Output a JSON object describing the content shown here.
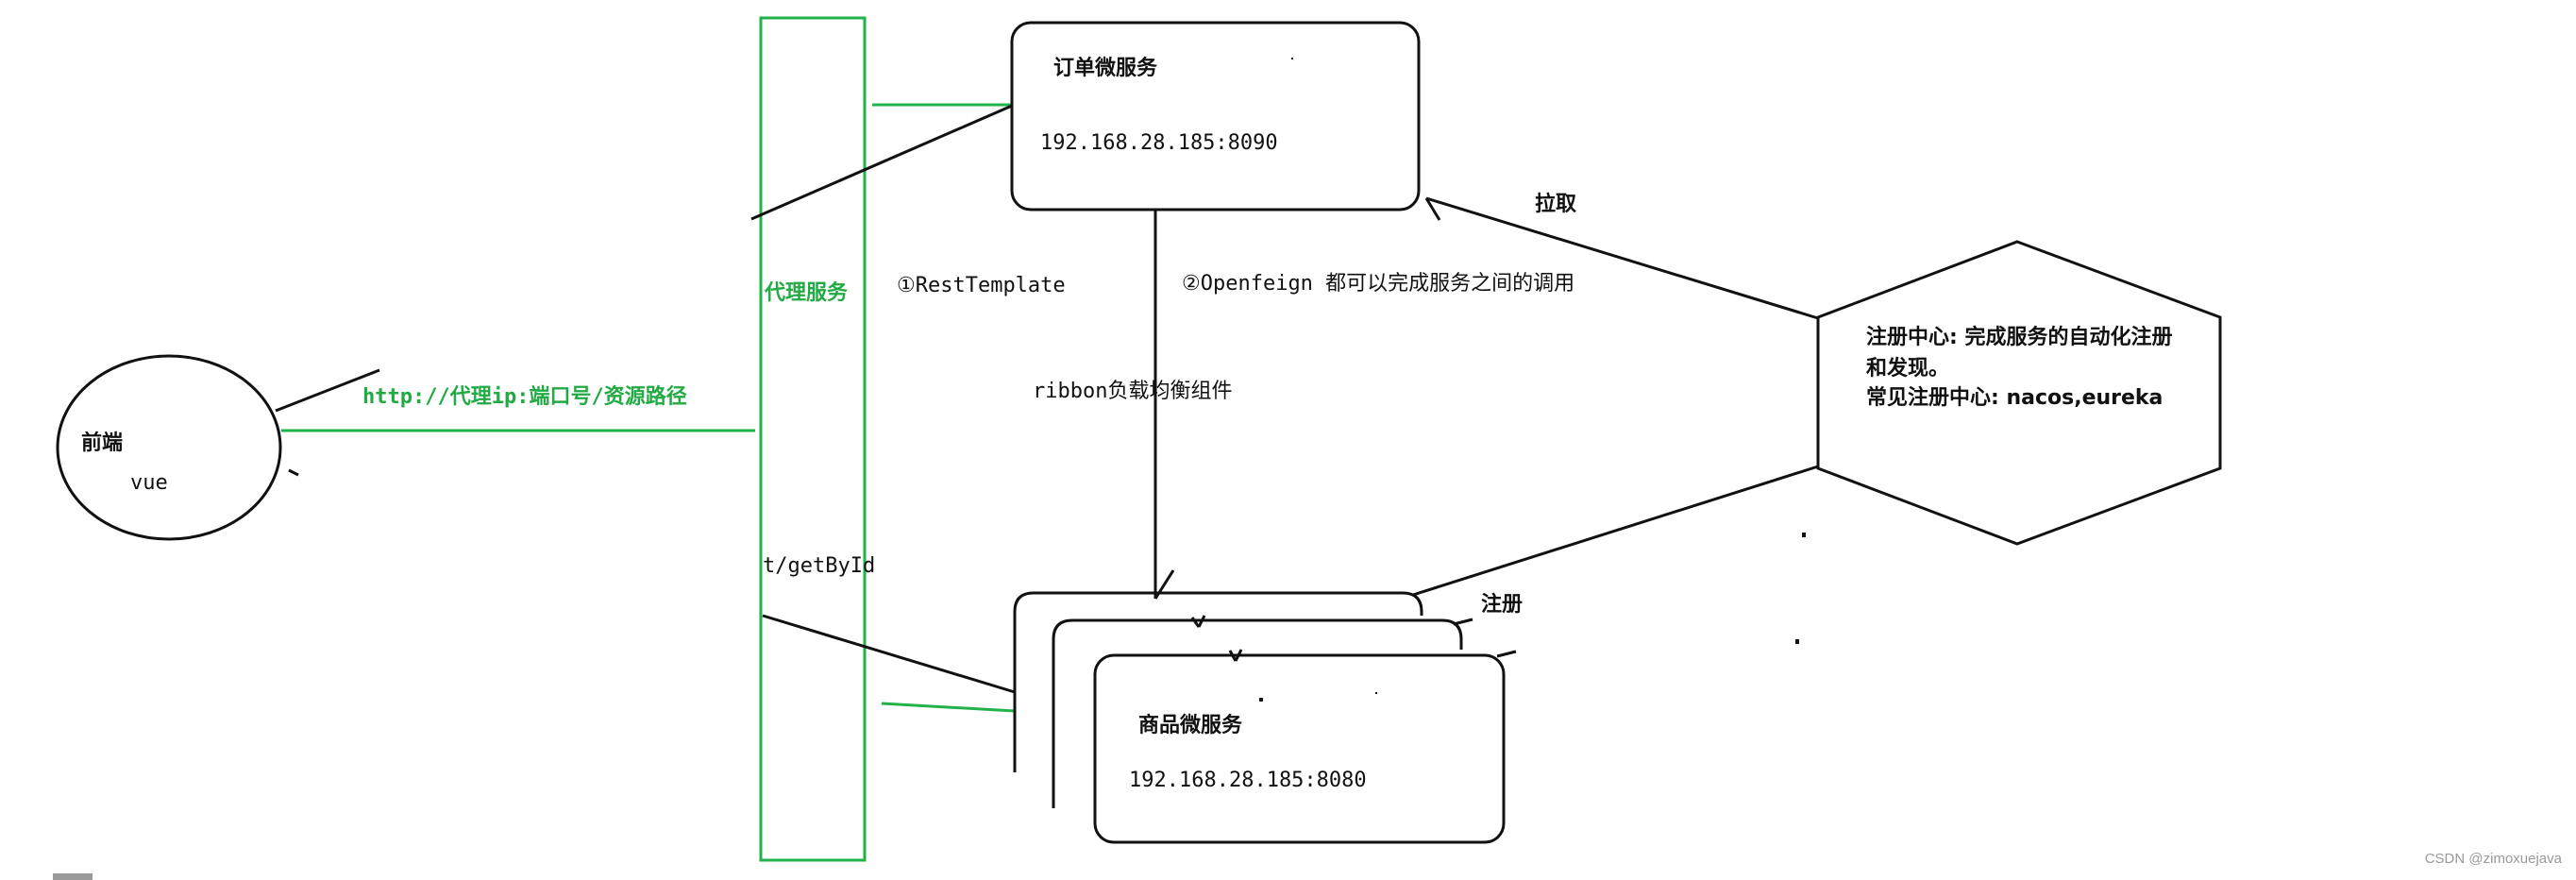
{
  "frontend": {
    "title": "前端",
    "subtitle": "vue"
  },
  "proxy_url": "http://代理ip:端口号/资源路径",
  "proxy_service": "代理服务",
  "order_service": {
    "title": "订单微服务",
    "address": "192.168.28.185:8090"
  },
  "product_service": {
    "title": "商品微服务",
    "address": "192.168.28.185:8080"
  },
  "calls": {
    "rest_template": "①RestTemplate",
    "openfeign": "②Openfeign 都可以完成服务之间的调用"
  },
  "ribbon": "ribbon负载均衡组件",
  "get_by_id": "t/getById",
  "pull": "拉取",
  "register": "注册",
  "registry": {
    "line1": "注册中心: 完成服务的自动化注册",
    "line2": "和发现。",
    "line3": "常见注册中心: nacos,eureka"
  },
  "watermark": "CSDN @zimoxuejava"
}
